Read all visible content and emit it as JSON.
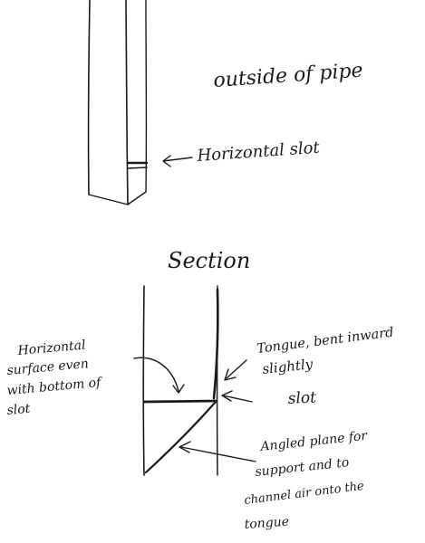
{
  "labels": {
    "outside_of_pipe": "outside of pipe",
    "horizontal_slot": "Horizontal slot",
    "section": "Section",
    "horizontal_surface_line1": "Horizontal",
    "horizontal_surface_line2": "surface even",
    "horizontal_surface_line3": "with bottom of",
    "horizontal_surface_line4": "slot",
    "tongue_line1": "Tongue, bent inward",
    "tongue_line2": "slightly",
    "slot": "slot",
    "angled_line1": "Angled plane for",
    "angled_line2": "support and to",
    "angled_line3": "channel air onto the",
    "angled_line4": "tongue"
  },
  "colors": {
    "ink": "#1a1a1a",
    "paper": "#ffffff"
  }
}
